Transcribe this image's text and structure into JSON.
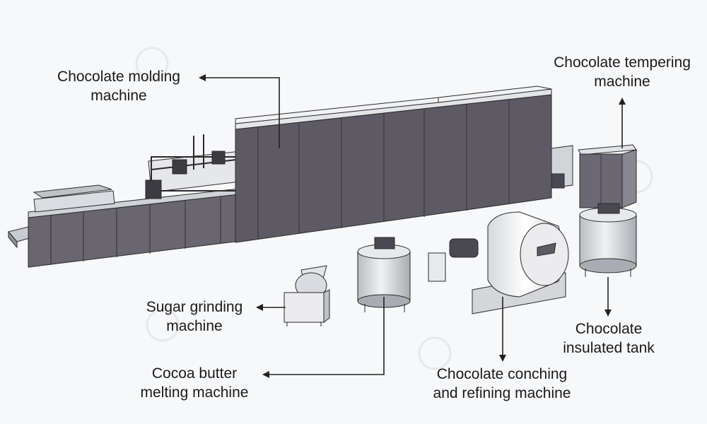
{
  "labels": {
    "molding": {
      "line1": "Chocolate molding",
      "line2": "machine"
    },
    "tempering": {
      "line1": "Chocolate tempering",
      "line2": "machine"
    },
    "sugar": {
      "line1": "Sugar grinding",
      "line2": "machine"
    },
    "cocoa": {
      "line1": "Cocoa butter",
      "line2": "melting machine"
    },
    "conching": {
      "line1": "Chocolate conching",
      "line2": "and refining machine"
    },
    "insulated": {
      "line1": "Chocolate",
      "line2": "insulated tank"
    }
  },
  "colors": {
    "background": "#f7f8fa",
    "panel_dark": "#5e5a63",
    "panel_mid": "#75717a",
    "steel": "#d8dadd",
    "outline": "#2a2a2a",
    "arrow": "#222222"
  }
}
